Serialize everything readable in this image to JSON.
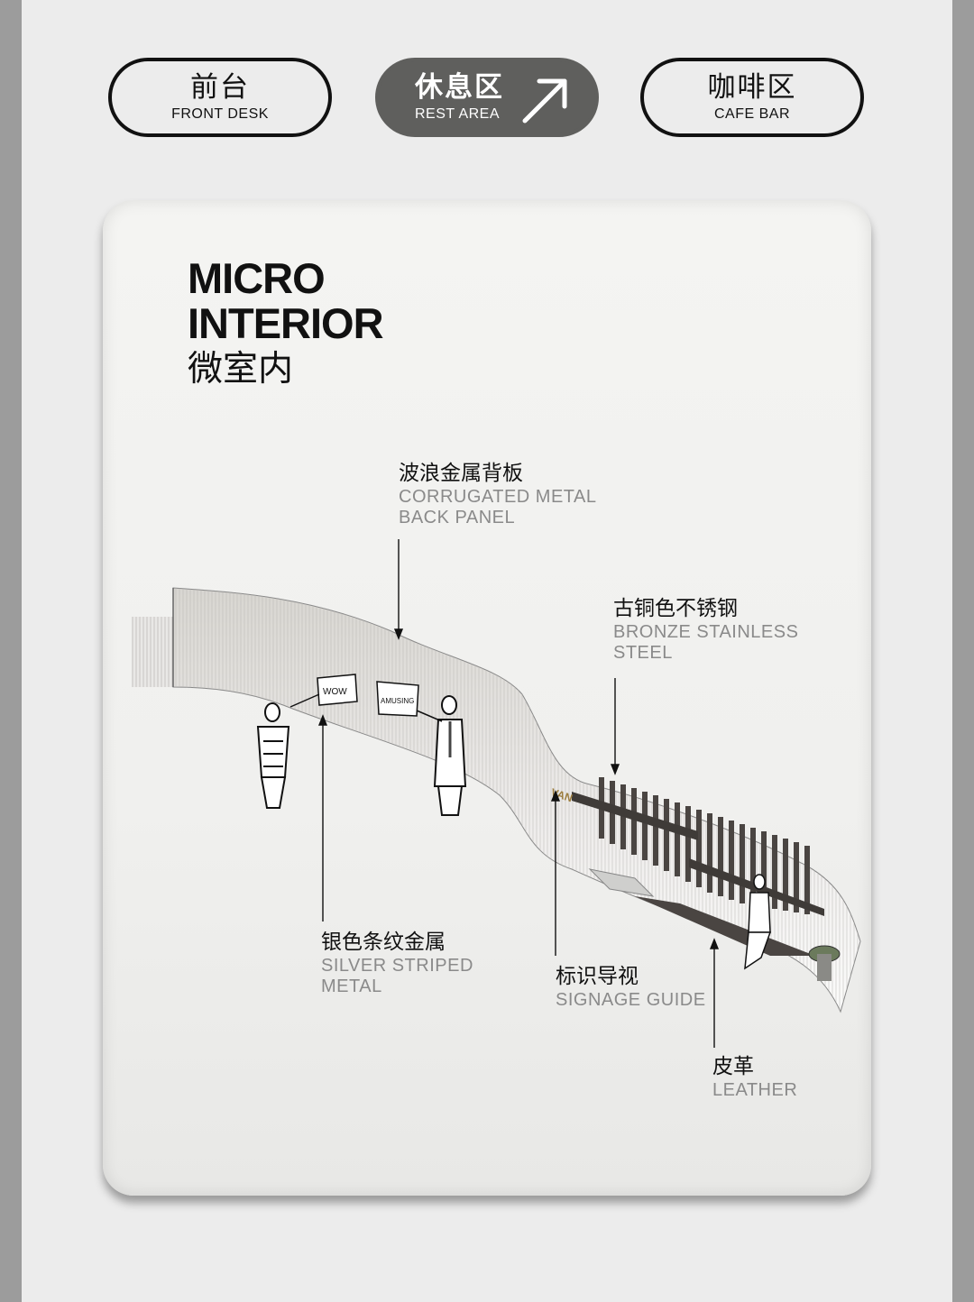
{
  "nav": [
    {
      "zh": "前台",
      "en": "FRONT DESK"
    },
    {
      "zh": "休息区",
      "en": "REST AREA"
    },
    {
      "zh": "咖啡区",
      "en": "CAFE BAR"
    }
  ],
  "card": {
    "title_en_1": "MICRO",
    "title_en_2": "INTERIOR",
    "title_zh": "微室内"
  },
  "labels": {
    "corrugated": {
      "zh": "波浪金属背板",
      "en1": "CORRUGATED METAL",
      "en2": "BACK PANEL"
    },
    "bronze": {
      "zh": "古铜色不锈钢",
      "en1": "BRONZE STAINLESS",
      "en2": "STEEL"
    },
    "silver": {
      "zh": "银色条纹金属",
      "en1": "SILVER STRIPED",
      "en2": "METAL"
    },
    "signage": {
      "zh": "标识导视",
      "en1": "SIGNAGE GUIDE"
    },
    "leather": {
      "zh": "皮革",
      "en1": "LEATHER"
    }
  },
  "bubbles": {
    "left": "WOW",
    "right": "AMUSING"
  },
  "sign_text": "VAN",
  "colors": {
    "active_pill": "#5f5f5d",
    "card": "#f0f0ee",
    "bronze": "#4a4542"
  }
}
